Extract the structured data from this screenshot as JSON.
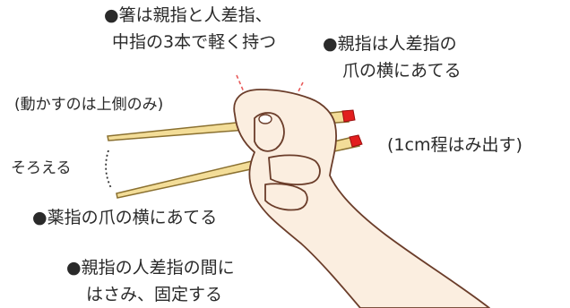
{
  "annotations": {
    "grip_1": "●箸は親指と人差指、",
    "grip_2": "中指の3本で軽く持つ",
    "thumb_1": "●親指は人差指の",
    "thumb_2": "爪の横にあてる",
    "upper_only": "(動かすのは上側のみ)",
    "align": "そろえる",
    "stick_out": "(1cm程はみ出す)",
    "ring_finger": "●薬指の爪の横にあてる",
    "fix_1": "●親指の人差指の間に",
    "fix_2": "はさみ、固定する"
  },
  "colors": {
    "chopstick": "#f3dd98",
    "chopstick_outline": "#8a7030",
    "tip": "#e21e1e",
    "skin": "#fbeee0",
    "skin_outline": "#6b3d2a",
    "guide": "#e85a5a"
  }
}
